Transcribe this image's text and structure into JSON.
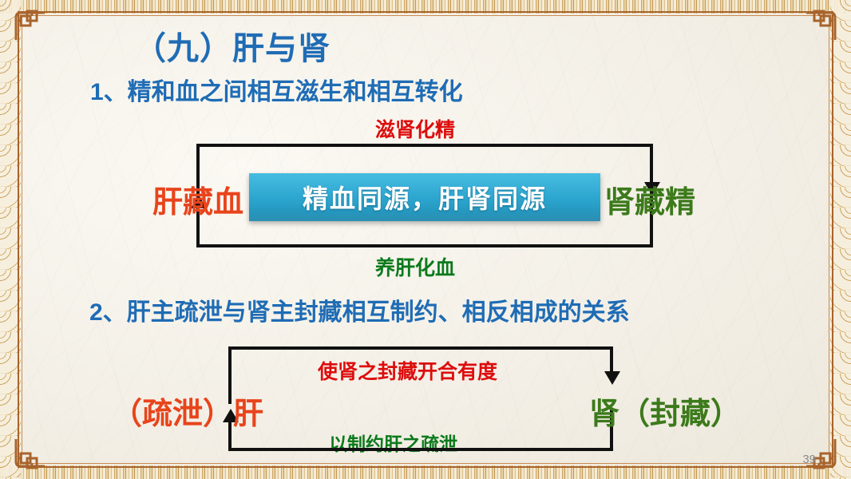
{
  "slide": {
    "title": "（九）肝与肾",
    "page_number": "39",
    "background_color": "#f4f1e9",
    "accent_blue": "#1f6cb5",
    "label_red": "#dd0d0d",
    "label_green": "#0b7a1c",
    "node_red": "#e8441c",
    "node_green": "#3c7a1b",
    "border_gold": "#d3a960",
    "border_brown": "#a8642c"
  },
  "sections": [
    {
      "heading": "1、精和血之间相互滋生和相互转化",
      "diagram": {
        "left_node": "肝藏血",
        "right_node": "肾藏精",
        "top_label": "滋肾化精",
        "bottom_label": "养肝化血",
        "callout": "精血同源，肝肾同源",
        "callout_gradient_top": "#46bce0",
        "callout_gradient_bottom": "#2d8fb2"
      }
    },
    {
      "heading": "2、肝主疏泄与肾主封藏相互制约、相反相成的关系",
      "diagram": {
        "left_node": "（疏泄）肝",
        "right_node": "肾（封藏）",
        "top_label": "使肾之封藏开合有度",
        "bottom_label": "以制约肝之疏泄"
      }
    }
  ]
}
